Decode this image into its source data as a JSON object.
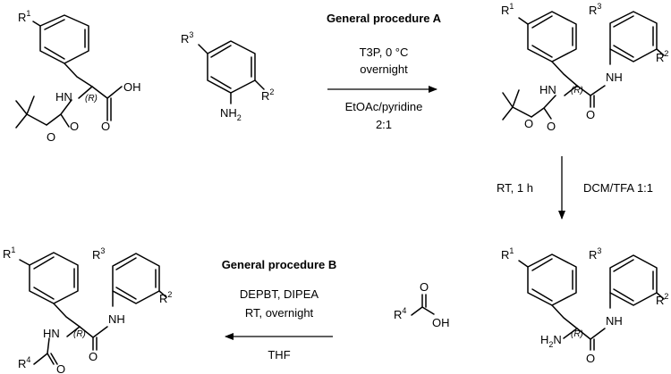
{
  "procedure_a": {
    "title": "General procedure A",
    "reagent": "T3P, 0 °C",
    "time": "overnight",
    "solvent": "EtOAc/pyridine",
    "ratio": "2:1"
  },
  "deprotection": {
    "conditions": "RT, 1 h",
    "solvent": "DCM/TFA 1:1"
  },
  "procedure_b": {
    "title": "General procedure B",
    "reagents": "DEPBT, DIPEA",
    "time": "RT, overnight",
    "solvent": "THF"
  },
  "atoms": {
    "R": "R",
    "sup1": "1",
    "sup2": "2",
    "sup3": "3",
    "sup4": "4",
    "HN": "HN",
    "NH": "NH",
    "H2N": "H",
    "H2N_sub": "2",
    "H2N_N": "N",
    "NH2": "NH",
    "NH2_sub": "2",
    "O": "O",
    "OH": "OH",
    "stereo": "(R)"
  }
}
